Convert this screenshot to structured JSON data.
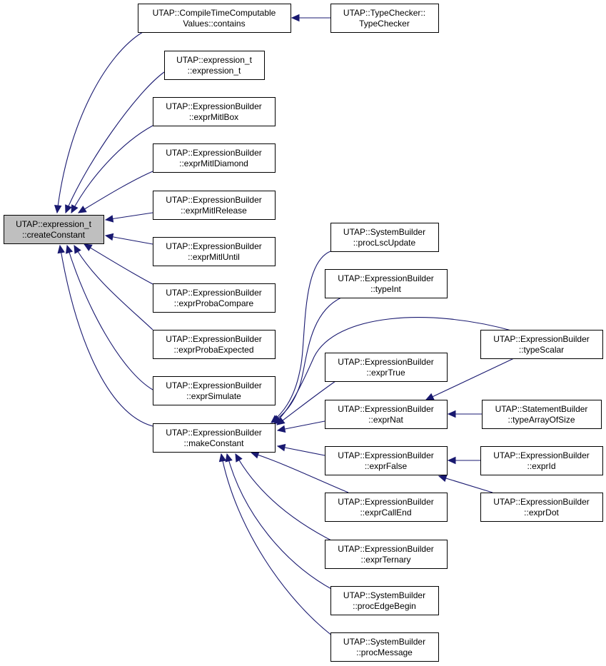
{
  "graph": {
    "title": "",
    "nodes": [
      {
        "id": "createConstant",
        "line1": "UTAP::expression_t",
        "line2": "::createConstant",
        "root": true
      },
      {
        "id": "ctcv_contains",
        "line1": "UTAP::CompileTimeComputable",
        "line2": "Values::contains"
      },
      {
        "id": "typechecker",
        "line1": "UTAP::TypeChecker::",
        "line2": "TypeChecker"
      },
      {
        "id": "expression_t_ctor",
        "line1": "UTAP::expression_t",
        "line2": "::expression_t"
      },
      {
        "id": "exprMitlBox",
        "line1": "UTAP::ExpressionBuilder",
        "line2": "::exprMitlBox"
      },
      {
        "id": "exprMitlDiamond",
        "line1": "UTAP::ExpressionBuilder",
        "line2": "::exprMitlDiamond"
      },
      {
        "id": "exprMitlRelease",
        "line1": "UTAP::ExpressionBuilder",
        "line2": "::exprMitlRelease"
      },
      {
        "id": "exprMitlUntil",
        "line1": "UTAP::ExpressionBuilder",
        "line2": "::exprMitlUntil"
      },
      {
        "id": "exprProbaCompare",
        "line1": "UTAP::ExpressionBuilder",
        "line2": "::exprProbaCompare"
      },
      {
        "id": "exprProbaExpected",
        "line1": "UTAP::ExpressionBuilder",
        "line2": "::exprProbaExpected"
      },
      {
        "id": "exprSimulate",
        "line1": "UTAP::ExpressionBuilder",
        "line2": "::exprSimulate"
      },
      {
        "id": "makeConstant",
        "line1": "UTAP::ExpressionBuilder",
        "line2": "::makeConstant"
      },
      {
        "id": "procLscUpdate",
        "line1": "UTAP::SystemBuilder",
        "line2": "::procLscUpdate"
      },
      {
        "id": "typeInt",
        "line1": "UTAP::ExpressionBuilder",
        "line2": "::typeInt"
      },
      {
        "id": "typeScalar",
        "line1": "UTAP::ExpressionBuilder",
        "line2": "::typeScalar"
      },
      {
        "id": "exprTrue",
        "line1": "UTAP::ExpressionBuilder",
        "line2": "::exprTrue"
      },
      {
        "id": "exprNat",
        "line1": "UTAP::ExpressionBuilder",
        "line2": "::exprNat"
      },
      {
        "id": "typeArrayOfSize",
        "line1": "UTAP::StatementBuilder",
        "line2": "::typeArrayOfSize"
      },
      {
        "id": "exprFalse",
        "line1": "UTAP::ExpressionBuilder",
        "line2": "::exprFalse"
      },
      {
        "id": "exprId",
        "line1": "UTAP::ExpressionBuilder",
        "line2": "::exprId"
      },
      {
        "id": "exprDot",
        "line1": "UTAP::ExpressionBuilder",
        "line2": "::exprDot"
      },
      {
        "id": "exprCallEnd",
        "line1": "UTAP::ExpressionBuilder",
        "line2": "::exprCallEnd"
      },
      {
        "id": "exprTernary",
        "line1": "UTAP::ExpressionBuilder",
        "line2": "::exprTernary"
      },
      {
        "id": "procEdgeBegin",
        "line1": "UTAP::SystemBuilder",
        "line2": "::procEdgeBegin"
      },
      {
        "id": "procMessage",
        "line1": "UTAP::SystemBuilder",
        "line2": "::procMessage"
      }
    ],
    "edges": [
      {
        "from": "ctcv_contains",
        "to": "createConstant"
      },
      {
        "from": "typechecker",
        "to": "ctcv_contains"
      },
      {
        "from": "expression_t_ctor",
        "to": "createConstant"
      },
      {
        "from": "exprMitlBox",
        "to": "createConstant"
      },
      {
        "from": "exprMitlDiamond",
        "to": "createConstant"
      },
      {
        "from": "exprMitlRelease",
        "to": "createConstant"
      },
      {
        "from": "exprMitlUntil",
        "to": "createConstant"
      },
      {
        "from": "exprProbaCompare",
        "to": "createConstant"
      },
      {
        "from": "exprProbaExpected",
        "to": "createConstant"
      },
      {
        "from": "exprSimulate",
        "to": "createConstant"
      },
      {
        "from": "makeConstant",
        "to": "createConstant"
      },
      {
        "from": "procLscUpdate",
        "to": "makeConstant"
      },
      {
        "from": "typeInt",
        "to": "makeConstant"
      },
      {
        "from": "typeScalar",
        "to": "makeConstant"
      },
      {
        "from": "exprTrue",
        "to": "makeConstant"
      },
      {
        "from": "exprNat",
        "to": "makeConstant"
      },
      {
        "from": "exprFalse",
        "to": "makeConstant"
      },
      {
        "from": "exprCallEnd",
        "to": "makeConstant"
      },
      {
        "from": "exprTernary",
        "to": "makeConstant"
      },
      {
        "from": "procEdgeBegin",
        "to": "makeConstant"
      },
      {
        "from": "procMessage",
        "to": "makeConstant"
      },
      {
        "from": "typeScalar",
        "to": "exprNat"
      },
      {
        "from": "typeArrayOfSize",
        "to": "exprNat"
      },
      {
        "from": "exprId",
        "to": "exprFalse"
      },
      {
        "from": "exprDot",
        "to": "exprFalse"
      }
    ],
    "colors": {
      "edge": "#191970",
      "root_fill": "#bfbfbf",
      "node_fill": "#ffffff",
      "border": "#000000"
    }
  }
}
